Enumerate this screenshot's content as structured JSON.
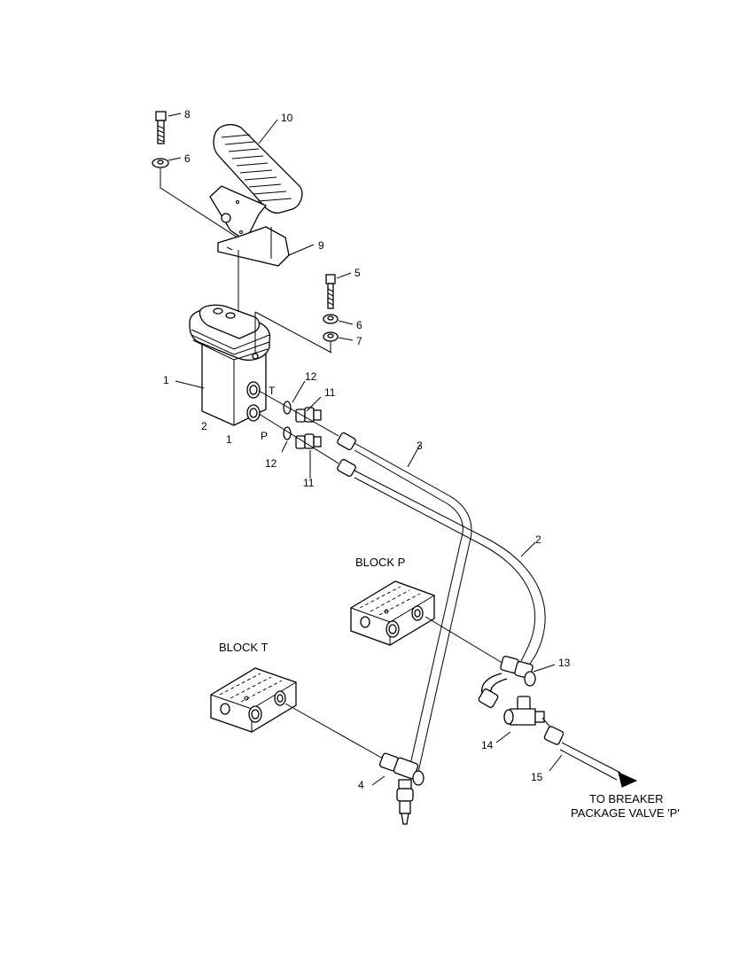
{
  "labels": {
    "p1a": "1",
    "p1b": "1",
    "p2a": "2",
    "p2b": "2",
    "p3": "3",
    "p4": "4",
    "p5": "5",
    "p6a": "6",
    "p6b": "6",
    "p7": "7",
    "p8": "8",
    "p9": "9",
    "p10": "10",
    "p11a": "11",
    "p11b": "11",
    "p12a": "12",
    "p12b": "12",
    "p13": "13",
    "p14": "14",
    "p15": "15",
    "port_t": "T",
    "port_p": "P"
  },
  "blocks": {
    "block_p": "BLOCK P",
    "block_t": "BLOCK T"
  },
  "destination": {
    "line1": "TO BREAKER",
    "line2": "PACKAGE VALVE 'P'"
  }
}
